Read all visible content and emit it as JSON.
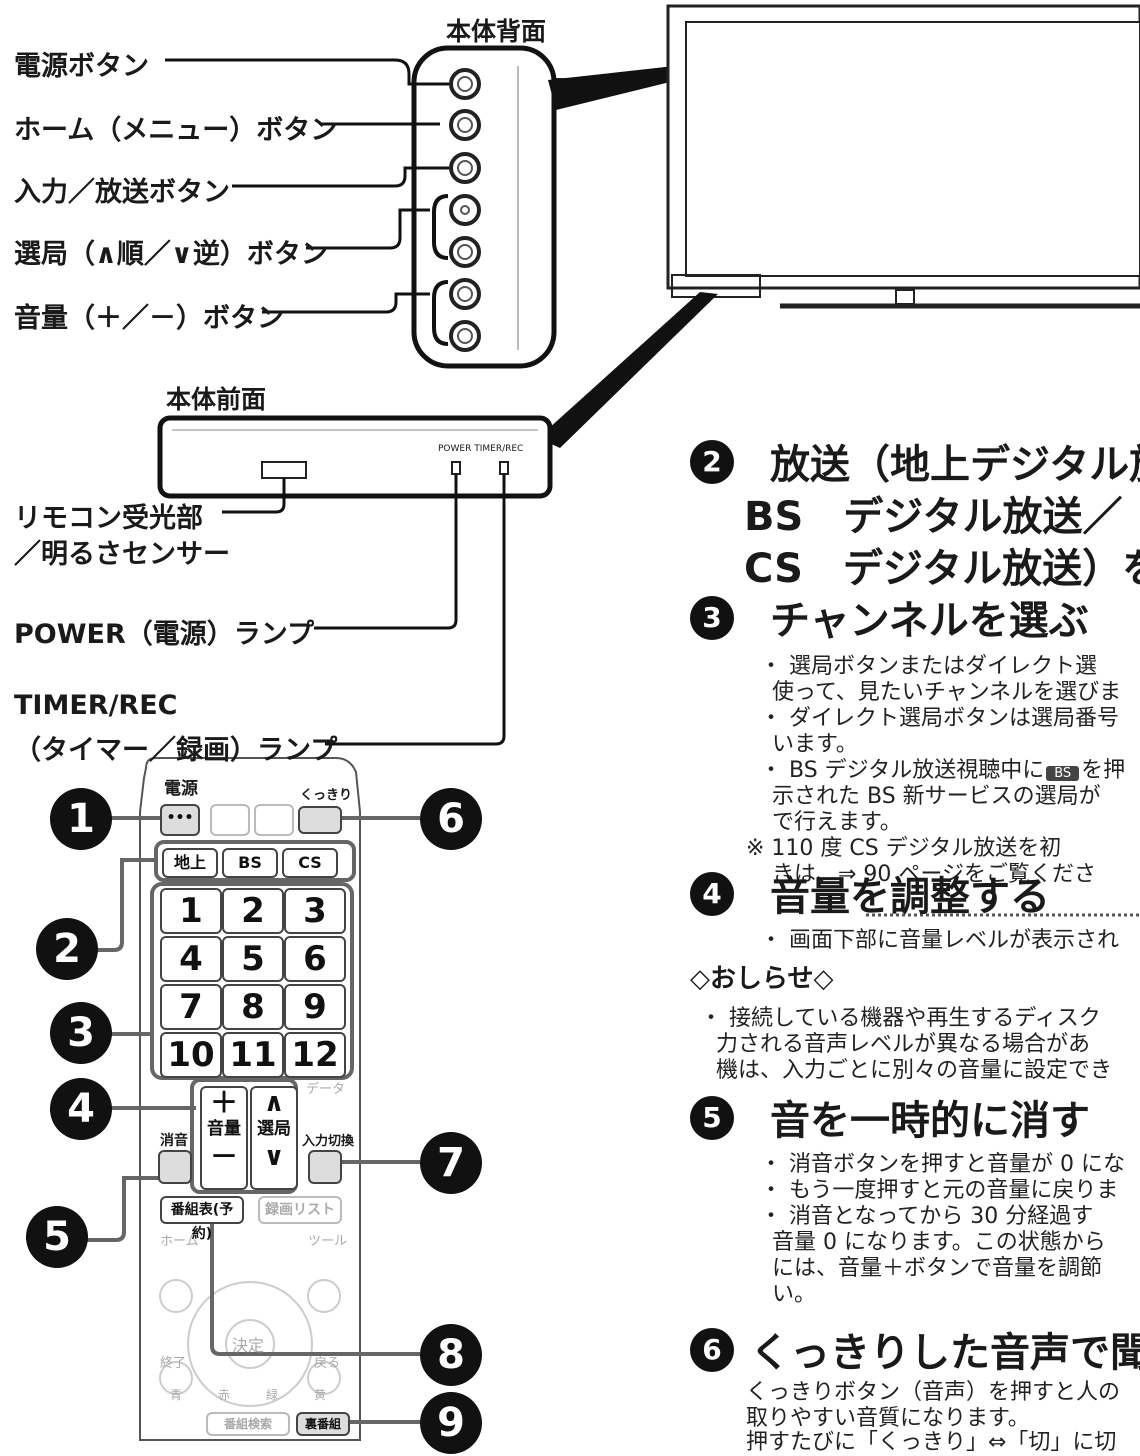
{
  "labels": {
    "rear": "本体背面",
    "front": "本体前面",
    "power_button": "電源ボタン",
    "home_button": "ホーム（メニュー）ボタン",
    "input_button": "入力／放送ボタン",
    "channel_button": "選局（∧順／∨逆）ボタン",
    "volume_button": "音量（＋／－）ボタン",
    "remote_sensor_1": "リモコン受光部",
    "remote_sensor_2": "／明るさセンサー",
    "power_lamp": "POWER（電源）ランプ",
    "timer_lamp_1": "TIMER/REC",
    "timer_lamp_2": "（タイマー／録画）ランプ",
    "front_panel_text": "POWER TIMER/REC"
  },
  "remote": {
    "power_label": "電源",
    "kukkiri_label": "くっきり",
    "broadcast": [
      "地上",
      "BS",
      "CS"
    ],
    "numbers": [
      "1",
      "2",
      "3",
      "4",
      "5",
      "6",
      "7",
      "8",
      "9",
      "10",
      "11",
      "12"
    ],
    "vol_plus": "＋",
    "vol_label": "音量",
    "vol_minus": "－",
    "ch_up": "∧",
    "ch_label": "選局",
    "ch_down": "∨",
    "mute_label": "消音",
    "input_label": "入力切換",
    "epg_label": "番組表(予約)",
    "rec_list_label": "録画リスト",
    "home_label": "ホーム",
    "tool_label": "ツール",
    "ok_label": "決定",
    "exit_label": "終了",
    "back_label": "戻る",
    "colors": [
      "青",
      "赤",
      "緑",
      "黄"
    ],
    "search_label": "番組検索",
    "kukkiri_bottom": "裏番組",
    "data_label": "データ"
  },
  "callouts": [
    "1",
    "2",
    "3",
    "4",
    "5",
    "6",
    "7",
    "8",
    "9"
  ],
  "sections": {
    "s2": {
      "num": "2",
      "line1": "放送（地上デジタル放",
      "line2": "BS　デジタル放送／",
      "line3": "CS　デジタル放送）を"
    },
    "s3": {
      "num": "3",
      "title": "チャンネルを選ぶ",
      "b1a": "・  選局ボタンまたはダイレクト選",
      "b1b": "使って、見たいチャンネルを選びま",
      "b2a": "・  ダイレクト選局ボタンは選局番号",
      "b2b": "います。",
      "b3a": "・  BS  デジタル放送視聴中に",
      "b3bs": "BS",
      "b3a2": "を押",
      "b3b": "示された  BS  新サービスの選局が",
      "b3c": "で行えます。",
      "n1a": "※  110  度  CS  デジタル放送を初",
      "n1b": "きは、⇒  90  ページをご覧くださ"
    },
    "s4": {
      "num": "4",
      "title": "音量を調整する",
      "b1": "・  画面下部に音量レベルが表示され"
    },
    "notice": {
      "title": "◇おしらせ◇",
      "l1": "・  接続している機器や再生するディスク",
      "l2": "力される音声レベルが異なる場合があ",
      "l3": "機は、入力ごとに別々の音量に設定でき"
    },
    "s5": {
      "num": "5",
      "title": "音を一時的に消す",
      "b1": "・  消音ボタンを押すと音量が  0  にな",
      "b2": "・  もう一度押すと元の音量に戻りま",
      "b3a": "・  消音となってから  30  分経過す",
      "b3b": "音量  0  になります。この状態から",
      "b3c": "には、音量＋ボタンで音量を調節",
      "b3d": "い。"
    },
    "s6": {
      "num": "6",
      "title": "くっきりした音声で聞く",
      "l1": "くっきりボタン（音声）を押すと人の",
      "l2": "取りやすい音質になります。",
      "l3": "押すたびに「くっきり」⇔「切」に切"
    }
  }
}
